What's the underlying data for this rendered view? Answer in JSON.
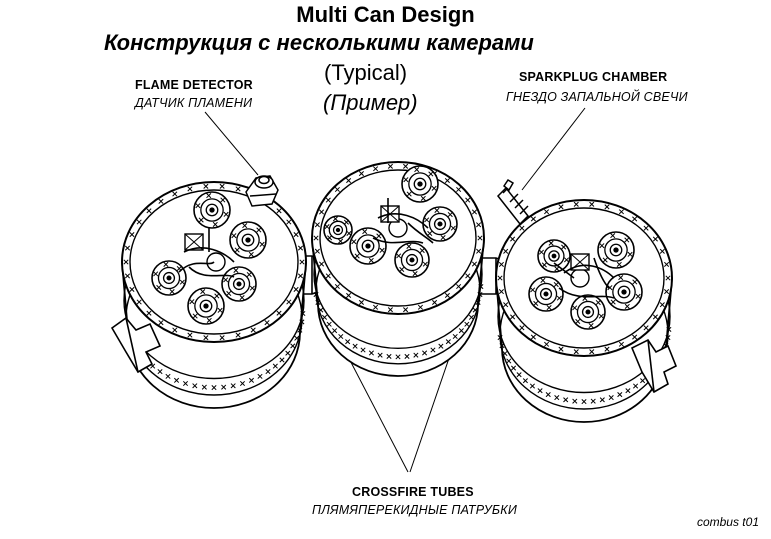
{
  "title": {
    "en": "Multi Can Design",
    "ru": "Конструкция с несколькими камерами"
  },
  "subtitle": {
    "en": "(Typical)",
    "ru": "(Пример)"
  },
  "labels": {
    "flame_detector": {
      "en": "FLAME DETECTOR",
      "ru": "ДАТЧИК ПЛАМЕНИ"
    },
    "sparkplug_chamber": {
      "en": "SPARKPLUG  CHAMBER",
      "ru": "ГНЕЗДО ЗАПАЛЬНОЙ СВЕЧИ"
    },
    "crossfire_tubes": {
      "en": "CROSSFIRE TUBES",
      "ru": "ПЛЯМЯПЕРЕКИДНЫЕ ПАТРУБКИ"
    }
  },
  "footer_code": "combus t01"
}
